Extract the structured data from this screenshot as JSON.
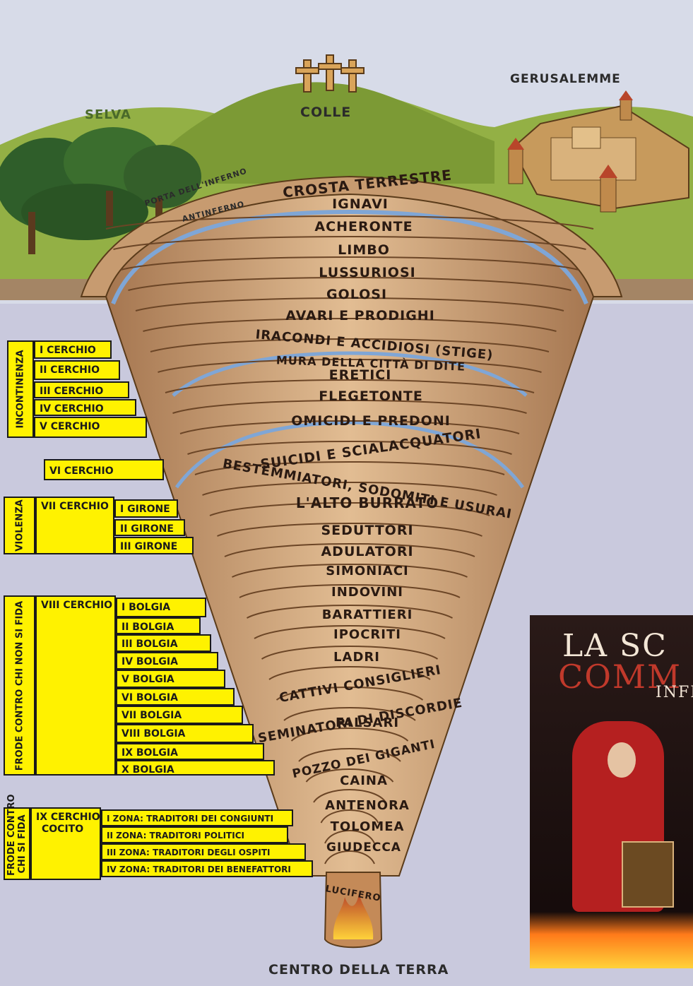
{
  "top_labels": {
    "selva": "SELVA",
    "colle": "COLLE",
    "gerusalemme": "GERUSALEMME",
    "porta": "PORTA DELL'INFERNO",
    "antinferno": "ANTINFERNO",
    "centro": "CENTRO DELLA TERRA"
  },
  "rings": [
    "CROSTA TERRESTRE",
    "IGNAVI",
    "ACHERONTE",
    "LIMBO",
    "LUSSURIOSI",
    "GOLOSI",
    "AVARI E PRODIGHI",
    "IRACONDI E ACCIDIOSI (STIGE)",
    "MURA DELLA CITTÀ DI DITE",
    "ERETICI",
    "FLEGETONTE",
    "OMICIDI E PREDONI",
    "SUICIDI E SCIALACQUATORI",
    "BESTEMMIATORI, SODOMITI E USURAI",
    "L'ALTO BURRATO",
    "SEDUTTORI",
    "ADULATORI",
    "SIMONIACI",
    "INDOVINI",
    "BARATTIERI",
    "IPOCRITI",
    "LADRI",
    "CATTIVI CONSIGLIERI",
    "SEMINATORI DI DISCORDIE",
    "FALSARI",
    "POZZO DEI GIGANTI",
    "CAINA",
    "ANTENORA",
    "TOLOMEA",
    "GIUDECCA",
    "LUCIFERO"
  ],
  "groups": {
    "incontinenza": "INCONTINENZA",
    "violenza": "VIOLENZA",
    "frode": "FRODE CONTRO CHI NON SI FIDA",
    "frode_fida_line1": "FRODE CONTRO",
    "frode_fida_line2": "CHI SI FIDA"
  },
  "cerchi": {
    "c1": "I CERCHIO",
    "c2": "II CERCHIO",
    "c3": "III CERCHIO",
    "c4": "IV CERCHIO",
    "c5": "V CERCHIO",
    "c6": "VI CERCHIO",
    "c7": "VII CERCHIO",
    "c8": "VIII CERCHIO",
    "c9_line1": "IX CERCHIO",
    "c9_line2": "COCITO"
  },
  "gironi": [
    "I GIRONE",
    "II GIRONE",
    "III GIRONE"
  ],
  "bolge": [
    "I BOLGIA",
    "II BOLGIA",
    "III BOLGIA",
    "IV BOLGIA",
    "V BOLGIA",
    "VI BOLGIA",
    "VII BOLGIA",
    "VIII BOLGIA",
    "IX BOLGIA",
    "X BOLGIA"
  ],
  "zone": [
    "I ZONA: TRADITORI DEI CONGIUNTI",
    "II ZONA: TRADITORI POLITICI",
    "III ZONA: TRADITORI DEGLI OSPITI",
    "IV ZONA: TRADITORI DEI BENEFATTORI"
  ],
  "poster": {
    "line1": "LA SC",
    "line2": "COMM",
    "line3": "INFE"
  },
  "colors": {
    "sky": "#c9c9dd",
    "grass": "#8fae3a",
    "earth": "#c9a57b",
    "label_box": "#fff200",
    "river": "#7fa6d6"
  }
}
